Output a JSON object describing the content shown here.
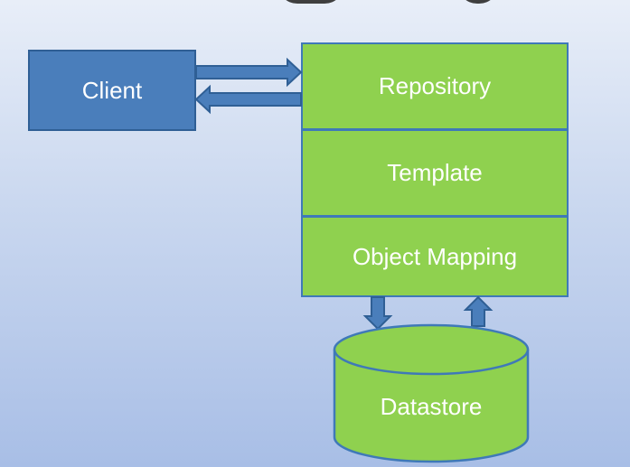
{
  "diagram": {
    "client_label": "Client",
    "layers": {
      "repository": "Repository",
      "template": "Template",
      "object_mapping": "Object Mapping"
    },
    "datastore_label": "Datastore"
  },
  "colors": {
    "client_fill": "#4a7ebb",
    "layer_fill": "#8fd14f",
    "layer_border": "#3f79b8",
    "arrow": "#4a7ebb"
  }
}
